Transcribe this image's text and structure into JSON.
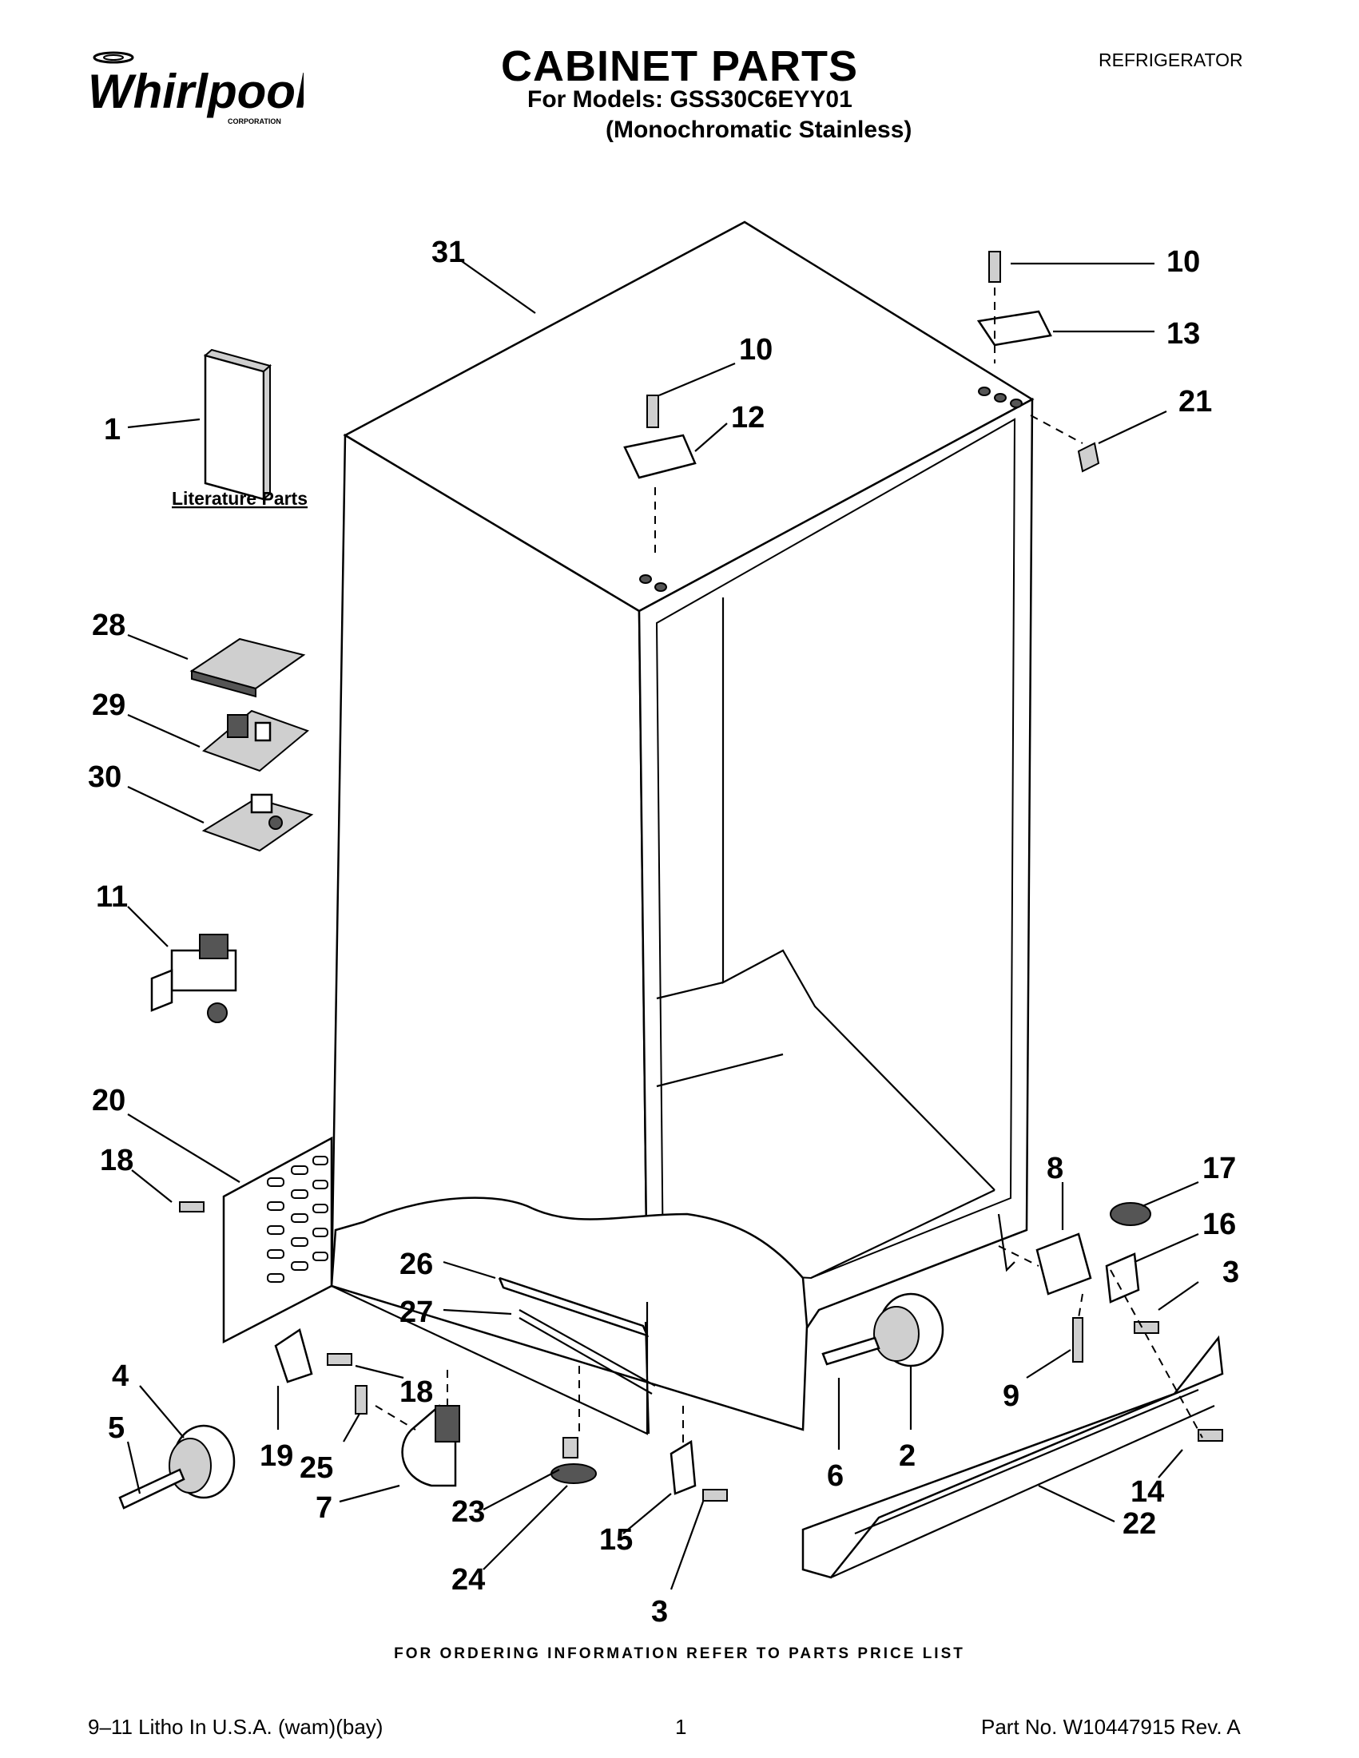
{
  "header": {
    "brand": "Whirlpool",
    "brand_sub": "CORPORATION",
    "title": "CABINET PARTS",
    "product": "REFRIGERATOR",
    "models_line1": "For Models: GSS30C6EYY01",
    "models_line2": "(Monochromatic Stainless)"
  },
  "diagram": {
    "literature_label": "Literature Parts",
    "callouts": [
      "31",
      "10",
      "13",
      "10",
      "12",
      "21",
      "1",
      "28",
      "29",
      "30",
      "11",
      "20",
      "18",
      "26",
      "27",
      "8",
      "17",
      "16",
      "3",
      "4",
      "5",
      "19",
      "25",
      "18",
      "7",
      "23",
      "24",
      "15",
      "3",
      "6",
      "2",
      "9",
      "14",
      "22"
    ]
  },
  "footer": {
    "ordering": "FOR ORDERING INFORMATION REFER TO PARTS PRICE LIST",
    "litho": "9–11 Litho In U.S.A. (wam)(bay)",
    "page": "1",
    "part_no": "Part No. W10447915 Rev. A"
  }
}
